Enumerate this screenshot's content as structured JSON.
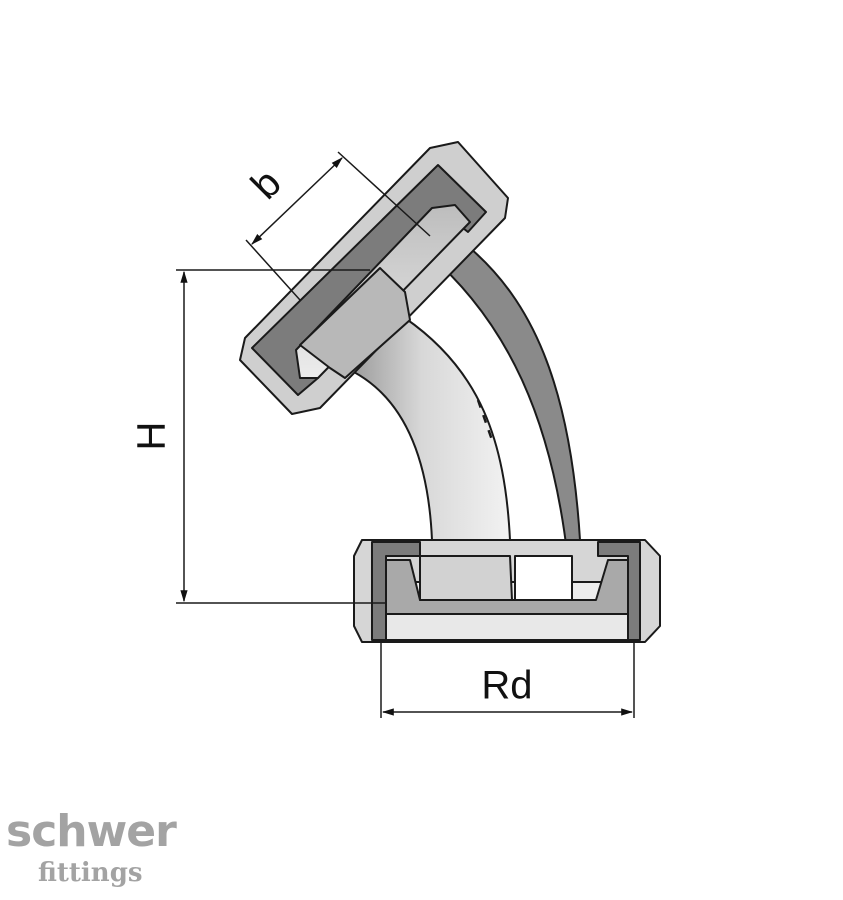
{
  "diagram": {
    "labels": {
      "b": "b",
      "h": "H",
      "rd": "Rd"
    }
  },
  "brand": {
    "name": "schwer",
    "subtitle": "fittings",
    "color": "#a3a3a3"
  },
  "colors": {
    "outline": "#1a1a1a",
    "section_dark": "#7c7c7c",
    "section_mid": "#b3b3b3",
    "section_light": "#e6e6e6"
  }
}
